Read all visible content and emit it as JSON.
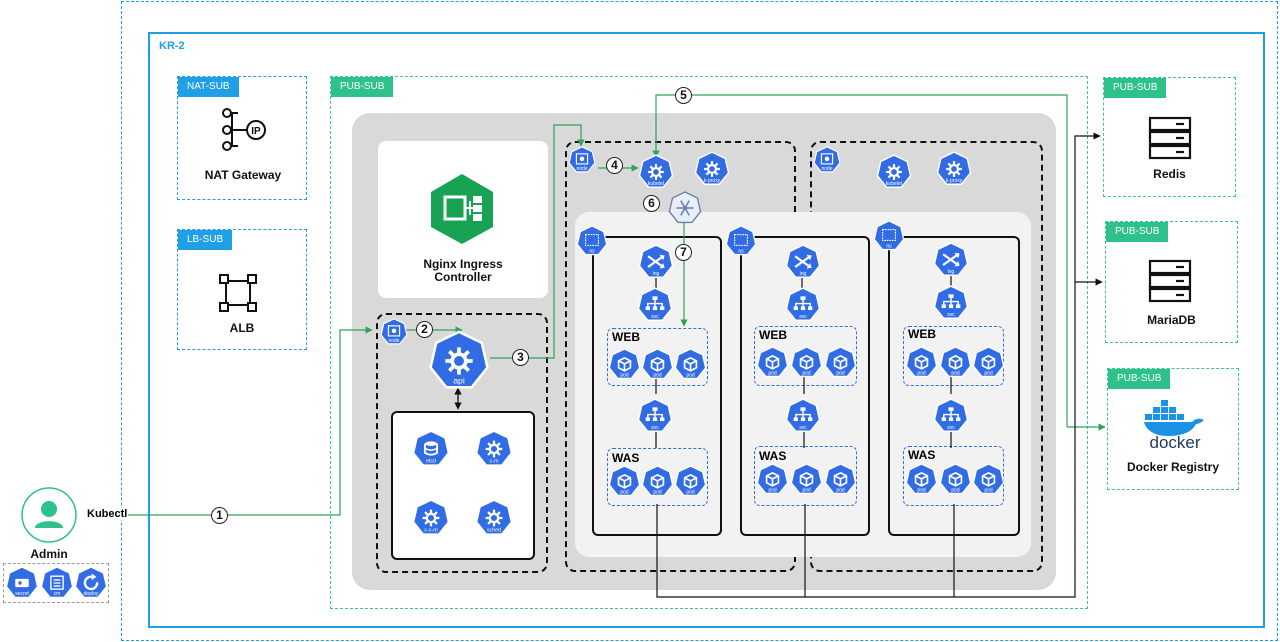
{
  "regions": {
    "kr2": "KR-2"
  },
  "subnets": {
    "nat": {
      "tag": "NAT-SUB",
      "title": "NAT Gateway",
      "ip": "IP"
    },
    "lb": {
      "tag": "LB-SUB",
      "title": "ALB"
    },
    "pub_main": {
      "tag": "PUB-SUB"
    },
    "redis": {
      "tag": "PUB-SUB",
      "title": "Redis"
    },
    "mariadb": {
      "tag": "PUB-SUB",
      "title": "MariaDB"
    },
    "docker": {
      "tag": "PUB-SUB",
      "title": "Docker Registry",
      "logo_text": "docker"
    }
  },
  "nginx": {
    "title_line1": "Nginx Ingress",
    "title_line2": "Controller"
  },
  "master": {
    "node_label": "node",
    "api_label": "api",
    "components": [
      "etcd",
      "c-m",
      "c-c-m",
      "sched"
    ]
  },
  "worker_nodes": [
    {
      "node_label": "node",
      "kubelet": "kubelet",
      "kproxy": "k-proxy"
    },
    {
      "node_label": "node",
      "kubelet": "kubelet",
      "kproxy": "k-proxy"
    }
  ],
  "namespaces": [
    {
      "ns_label": "ns",
      "ing": "ing",
      "svc": "svc",
      "web": "WEB",
      "was": "WAS",
      "pod": "pod"
    },
    {
      "ns_label": "ns",
      "ing": "ing",
      "svc": "svc",
      "web": "WEB",
      "was": "WAS",
      "pod": "pod"
    },
    {
      "ns_label": "ns",
      "ing": "ing",
      "svc": "svc",
      "web": "WEB",
      "was": "WAS",
      "pod": "pod"
    }
  ],
  "admin": {
    "name": "Admin",
    "tool": "Kubectl",
    "resources": [
      "secret",
      "cm",
      "deploy"
    ]
  },
  "steps": [
    "1",
    "2",
    "3",
    "4",
    "5",
    "6",
    "7"
  ],
  "colors": {
    "k8s_blue": "#326ce5",
    "subnet_green": "#3cc98f",
    "region_blue": "#1fa0e6",
    "tag_green": "#2ec18a",
    "line_green": "#2ea35a"
  }
}
